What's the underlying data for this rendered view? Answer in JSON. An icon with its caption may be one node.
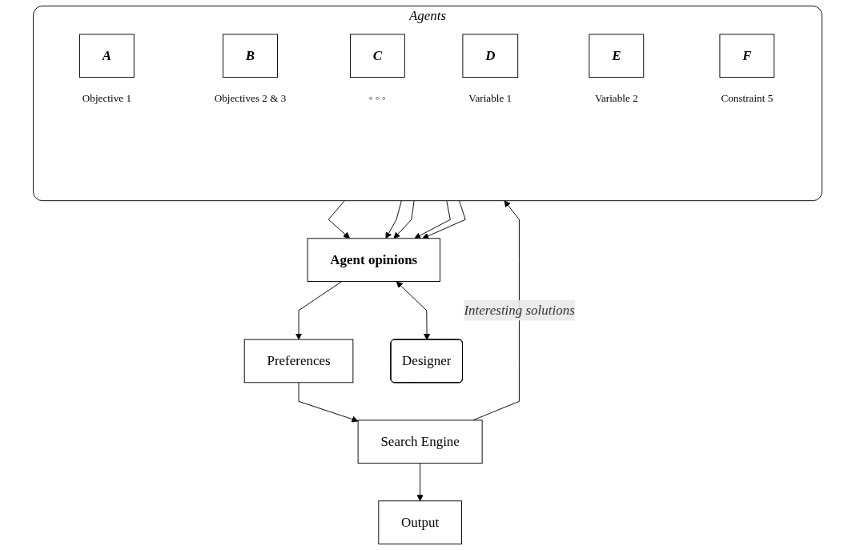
{
  "diagram": {
    "nodes": [
      {
        "text": [
          "Preferences"
        ]
      },
      {
        "text": [
          "Search Engine"
        ]
      },
      {
        "text": [
          "Output"
        ]
      },
      {
        "text": [
          "Agents"
        ]
      },
      {
        "text": [
          "A"
        ],
        "in": 3,
        "beside": [
          "Objective 1"
        ]
      },
      {
        "text": [
          "B"
        ],
        "in": 3,
        "beside": [
          "Objectives 2 & 3"
        ]
      },
      {
        "text": [
          "C"
        ],
        "in": 3,
        "beside": [
          "◦ ◦ ◦"
        ]
      },
      {
        "text": [
          "D"
        ],
        "in": 3,
        "beside": [
          "Variable 1"
        ]
      },
      {
        "text": [
          "E"
        ],
        "in": 3,
        "beside": [
          "Variable 2"
        ]
      },
      {
        "text": [
          "F"
        ],
        "in": 3,
        "beside": [
          "Constraint 5"
        ]
      },
      {
        "text": [
          "Agent opinions"
        ]
      },
      {
        "text": [
          "Designer"
        ]
      }
    ],
    "edges": [
      {
        "from": 0,
        "to": 1,
        "arrow": "to"
      },
      {
        "from": 1,
        "to": 2,
        "arrow": "to"
      },
      {
        "from": 1,
        "to": 3,
        "arrow": "to",
        "label": "Interesting solutions"
      },
      {
        "from": 3,
        "to": 10,
        "arrow": "to"
      },
      {
        "from": 3,
        "to": 10,
        "arrow": "to"
      },
      {
        "from": 3,
        "to": 10,
        "arrow": "to"
      },
      {
        "from": 3,
        "to": 10,
        "arrow": "to"
      },
      {
        "from": 3,
        "to": 10,
        "arrow": "to"
      },
      {
        "from": 10,
        "to": 11,
        "arrow": "both"
      },
      {
        "from": 10,
        "to": 0,
        "arrow": "to"
      }
    ]
  }
}
